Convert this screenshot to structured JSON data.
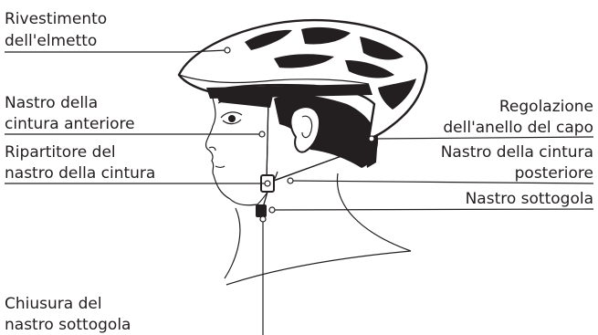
{
  "labels": {
    "shell": [
      "Rivestimento",
      "dell'elmetto"
    ],
    "front_strap": [
      "Nastro della",
      "cintura anteriore"
    ],
    "divider": [
      "Ripartitore del",
      "nastro della cintura"
    ],
    "buckle": [
      "Chiusura del",
      "nastro sottogola"
    ],
    "adjust_ring": [
      "Regolazione",
      "dell'anello del capo"
    ],
    "rear_strap": [
      "Nastro della cintura",
      "posteriore"
    ],
    "chin_strap": [
      "Nastro sottogola"
    ]
  }
}
